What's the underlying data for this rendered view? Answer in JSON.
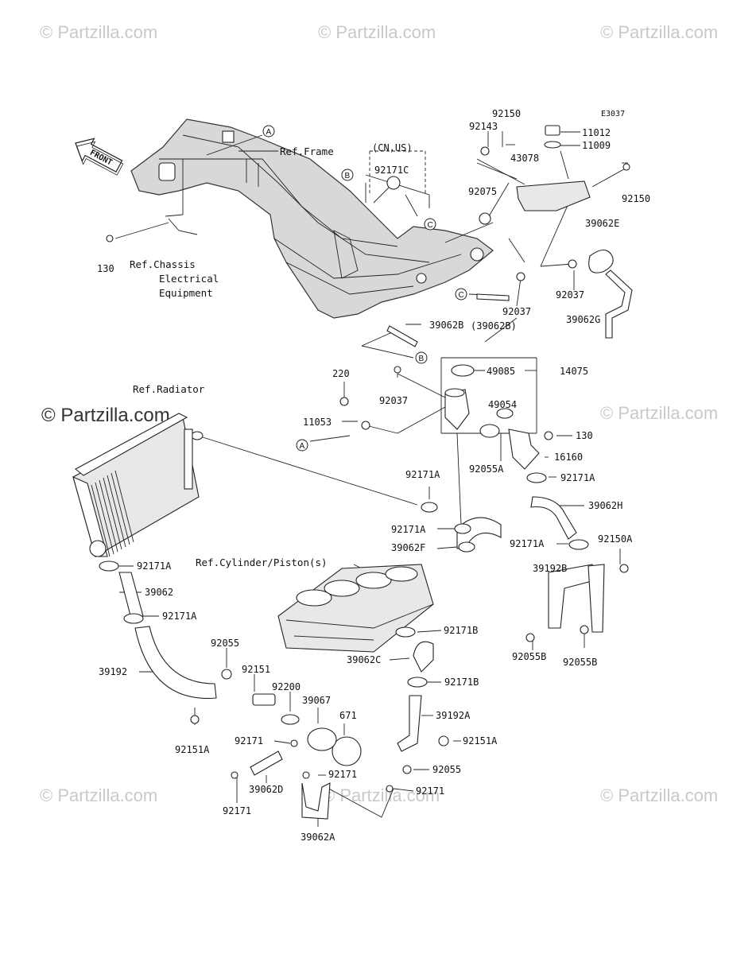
{
  "diagram_code": "E3037",
  "front_label": "FRONT",
  "watermarks": {
    "small": "© Partzilla.com",
    "large": "© Partzilla.com"
  },
  "refs": {
    "frame": "Ref.Frame",
    "chassis_1": "Ref.Chassis",
    "chassis_2": "Electrical",
    "chassis_3": "Equipment",
    "radiator": "Ref.Radiator",
    "cylinder": "Ref.Cylinder/Piston(s)",
    "cn_us": "(CN,US)"
  },
  "callouts": {
    "a": "A",
    "b": "B",
    "c": "C"
  },
  "parts": {
    "p92150_top": "92150",
    "p92143": "92143",
    "p11012": "11012",
    "p11009": "11009",
    "p43078": "43078",
    "p92150_right": "92150",
    "p92171C": "92171C",
    "p92075": "92075",
    "p39062E": "39062E",
    "p130_left": "130",
    "p92037_mid": "92037",
    "p92037_right": "92037",
    "p39062B_paren": "(39062B)",
    "p39062G": "39062G",
    "p39062B": "39062B",
    "p220": "220",
    "p49085": "49085",
    "p14075": "14075",
    "p92037_low": "92037",
    "p49054": "49054",
    "p11053": "11053",
    "p130_right": "130",
    "p92055A": "92055A",
    "p16160": "16160",
    "p92171A_1": "92171A",
    "p92171A_2": "92171A",
    "p39062H": "39062H",
    "p92171A_3": "92171A",
    "p39062F": "39062F",
    "p92171A_4": "92171A",
    "p92150A": "92150A",
    "p39192B": "39192B",
    "p92171A_5": "92171A",
    "p39062": "39062",
    "p92171A_6": "92171A",
    "p92171B_1": "92171B",
    "p92055_left": "92055",
    "p39192": "39192",
    "p92151": "92151",
    "p39062C": "39062C",
    "p92171B_2": "92171B",
    "p92055B_1": "92055B",
    "p92055B_2": "92055B",
    "p92200": "92200",
    "p39067": "39067",
    "p671": "671",
    "p39192A": "39192A",
    "p92151A_left": "92151A",
    "p92171_1": "92171",
    "p92151A_right": "92151A",
    "p92055_right": "92055",
    "p92171_2": "92171",
    "p39062D": "39062D",
    "p92171_3": "92171",
    "p92171_4": "92171",
    "p39062A": "39062A"
  }
}
